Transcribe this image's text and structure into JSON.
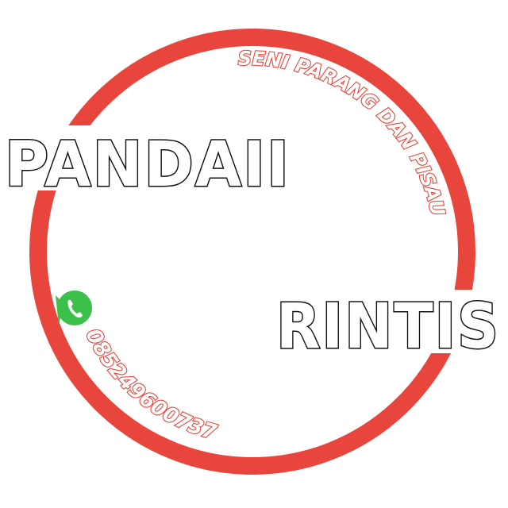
{
  "logo": {
    "top_word": "PANDAII",
    "bottom_word": "RINTIS",
    "tagline": "SENI PARANG DAN PISAU",
    "phone": "085249600737"
  },
  "icons": {
    "whatsapp": "whatsapp-icon"
  },
  "colors": {
    "ring": "#e8453c",
    "whatsapp_green": "#3cc04a",
    "outline": "#111111",
    "background": "#ffffff"
  }
}
